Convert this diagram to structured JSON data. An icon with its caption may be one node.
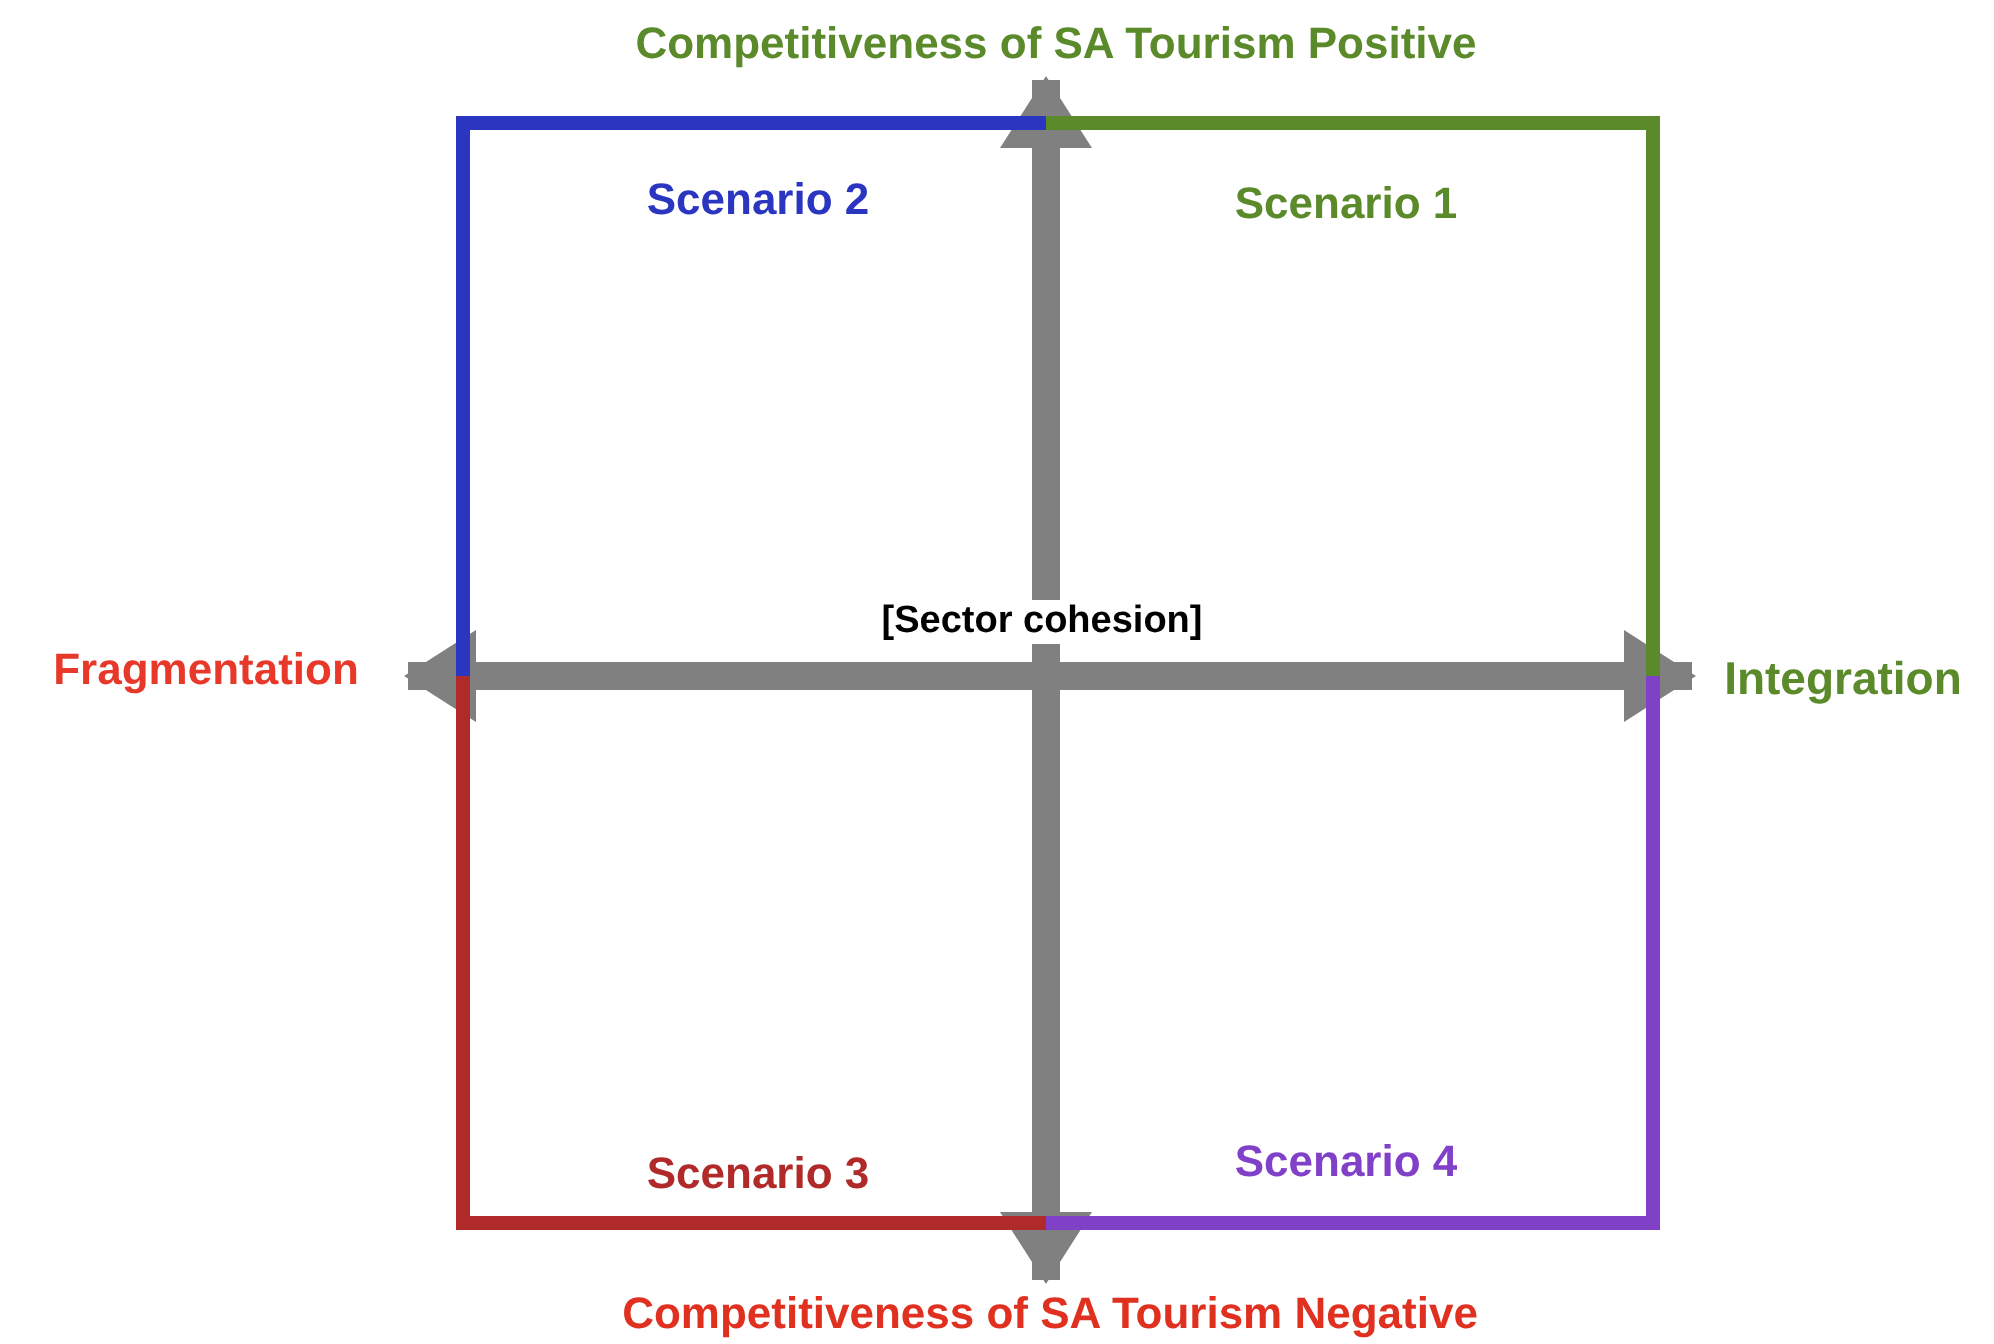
{
  "diagram": {
    "nodes": [
      {
        "text": [
          "Competitiveness of SA Tourism Positive"
        ]
      },
      {
        "text": [
          "Competitiveness of SA Tourism Negative"
        ]
      },
      {
        "text": [
          "Fragmentation"
        ]
      },
      {
        "text": [
          "Integration"
        ]
      },
      {
        "text": [
          "Scenario 2"
        ]
      },
      {
        "text": [
          "Scenario 1"
        ]
      },
      {
        "text": [
          "Scenario 3"
        ]
      },
      {
        "text": [
          "Scenario 4"
        ]
      }
    ],
    "edges": [
      {
        "from": 2,
        "to": 3,
        "arrow": "both",
        "label": "[Sector cohesion]"
      },
      {
        "from": 1,
        "to": 0,
        "arrow": "both"
      }
    ]
  }
}
